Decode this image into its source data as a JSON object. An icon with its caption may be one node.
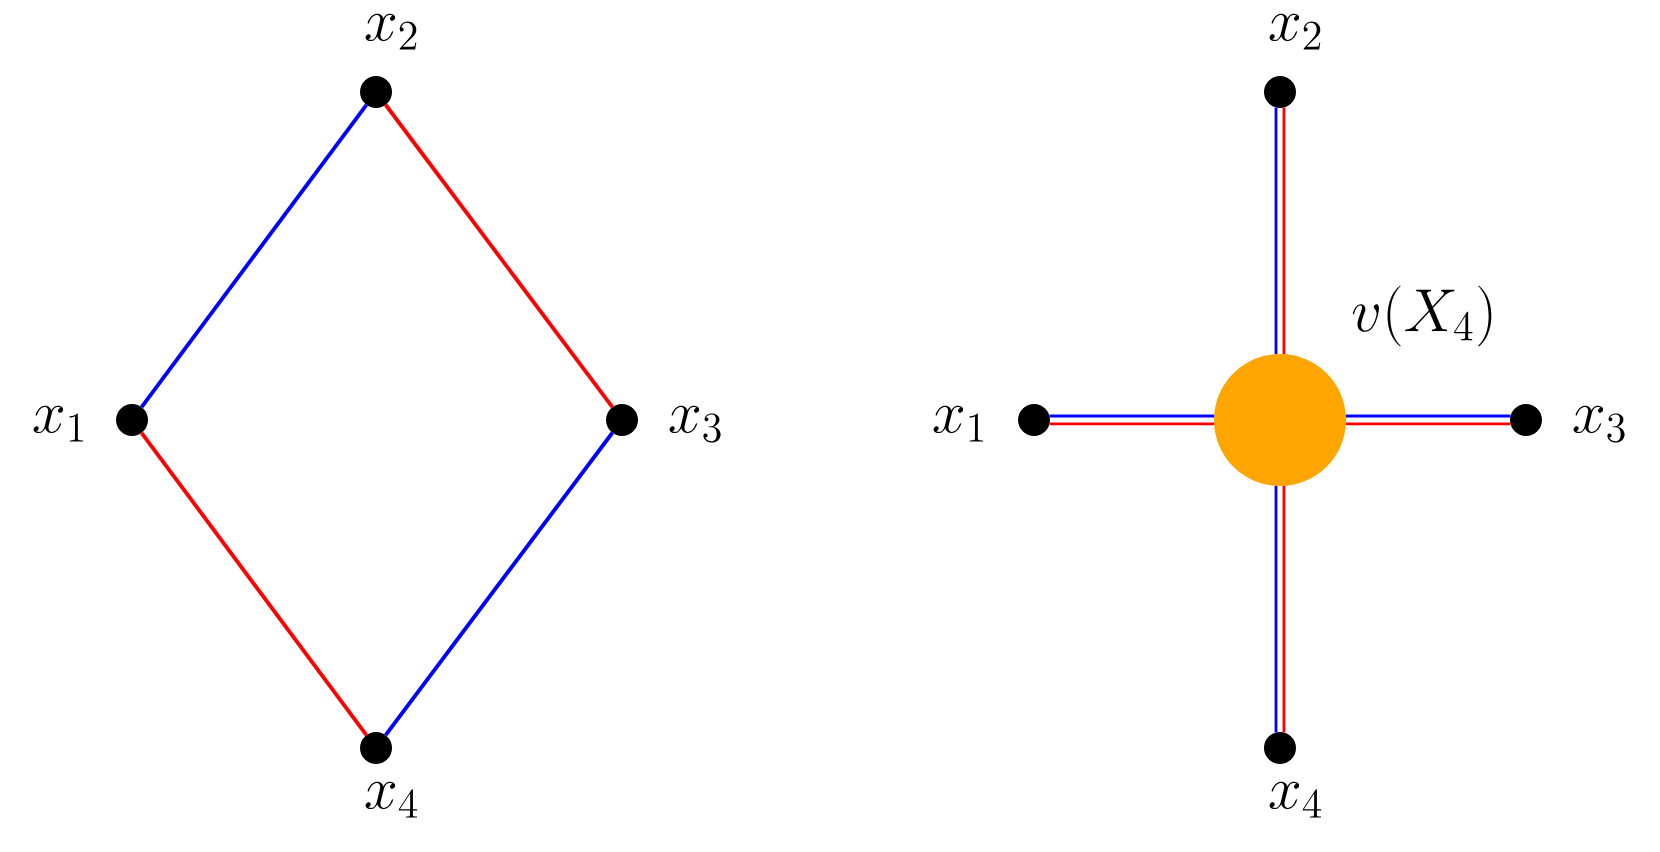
{
  "diagram": {
    "nodes": [
      {
        "text": [
          "x_1"
        ]
      },
      {
        "text": [
          "x_2"
        ]
      },
      {
        "text": [
          "x_3"
        ]
      },
      {
        "text": [
          "x_4"
        ]
      },
      {
        "text": [
          "x_1"
        ]
      },
      {
        "text": [
          "x_2"
        ]
      },
      {
        "text": [
          "x_3"
        ]
      },
      {
        "text": [
          "x_4"
        ]
      },
      {
        "text": [
          "v(X_4)"
        ]
      }
    ],
    "edges": [
      {
        "from": 0,
        "to": 1,
        "arrow": "none",
        "color": "#0000ff"
      },
      {
        "from": 1,
        "to": 2,
        "arrow": "none",
        "color": "#ff0000"
      },
      {
        "from": 2,
        "to": 3,
        "arrow": "none",
        "color": "#0000ff"
      },
      {
        "from": 3,
        "to": 0,
        "arrow": "none",
        "color": "#ff0000"
      },
      {
        "from": 4,
        "to": 8,
        "arrow": "none",
        "color": "#0000ff"
      },
      {
        "from": 4,
        "to": 8,
        "arrow": "none",
        "color": "#ff0000"
      },
      {
        "from": 5,
        "to": 8,
        "arrow": "none",
        "color": "#0000ff"
      },
      {
        "from": 5,
        "to": 8,
        "arrow": "none",
        "color": "#ff0000"
      },
      {
        "from": 6,
        "to": 8,
        "arrow": "none",
        "color": "#0000ff"
      },
      {
        "from": 6,
        "to": 8,
        "arrow": "none",
        "color": "#ff0000"
      },
      {
        "from": 7,
        "to": 8,
        "arrow": "none",
        "color": "#0000ff"
      },
      {
        "from": 7,
        "to": 8,
        "arrow": "none",
        "color": "#ff0000"
      }
    ]
  }
}
